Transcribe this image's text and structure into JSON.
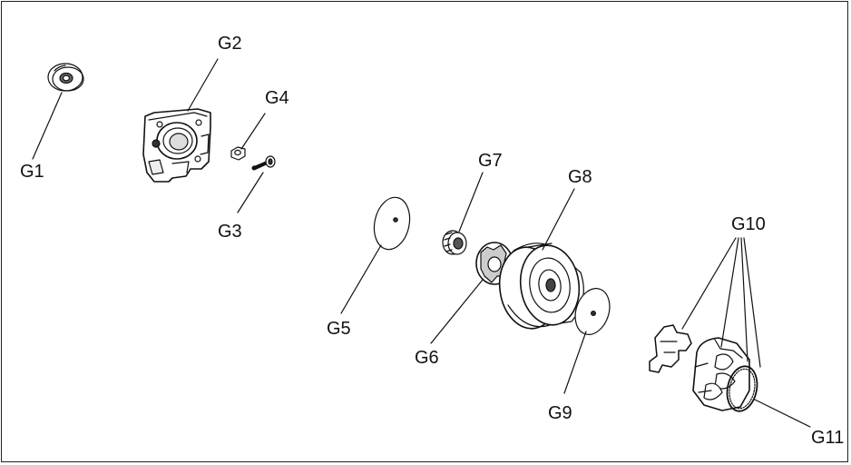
{
  "labels": {
    "g1": "G1",
    "g2": "G2",
    "g3": "G3",
    "g4": "G4",
    "g5": "G5",
    "g6": "G6",
    "g7": "G7",
    "g8": "G8",
    "g9": "G9",
    "g10": "G10",
    "g11": "G11"
  },
  "colors": {
    "ink": "#111111",
    "paper": "#ffffff",
    "shade": "#d8d8d8"
  }
}
